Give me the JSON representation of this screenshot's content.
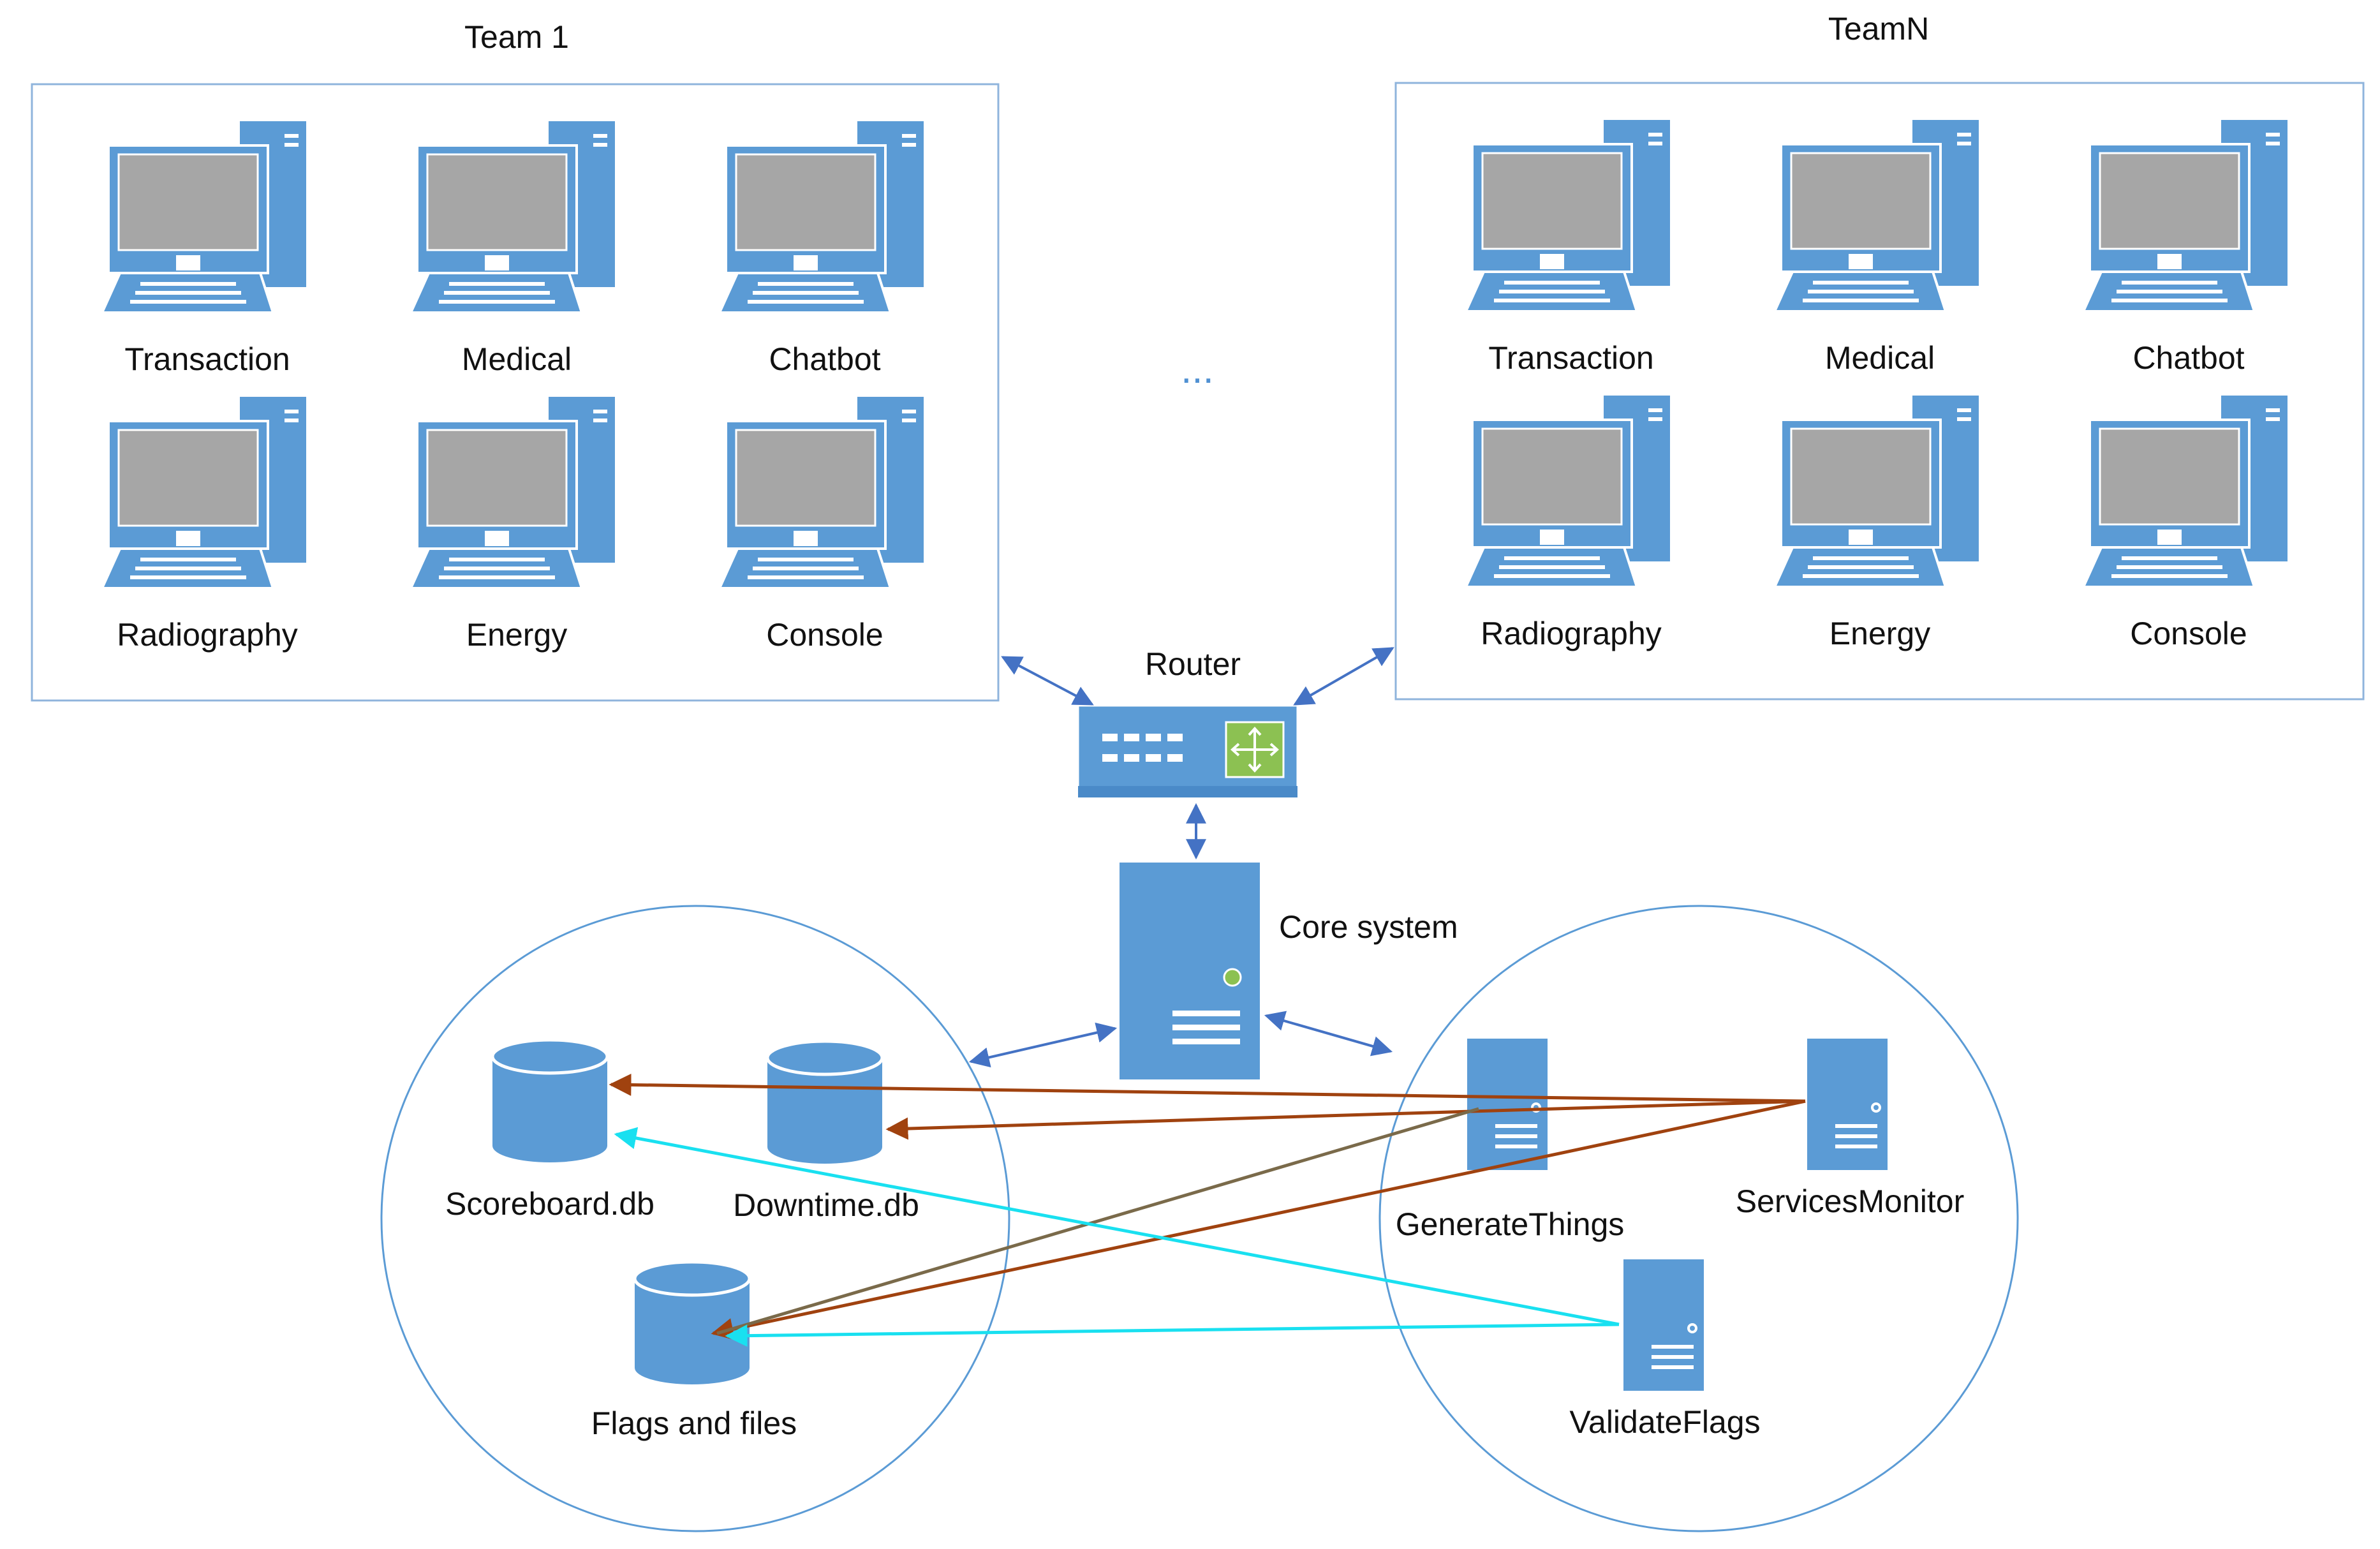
{
  "teams": [
    {
      "title": "Team 1",
      "services": [
        "Transaction",
        "Medical",
        "Chatbot",
        "Radiography",
        "Energy",
        "Console"
      ]
    },
    {
      "title": "TeamN",
      "services": [
        "Transaction",
        "Medical",
        "Chatbot",
        "Radiography",
        "Energy",
        "Console"
      ]
    }
  ],
  "ellipsis": "...",
  "router": {
    "label": "Router"
  },
  "core": {
    "label": "Core system"
  },
  "databases": {
    "scoreboard": "Scoreboard.db",
    "downtime": "Downtime.db",
    "flags": "Flags and files"
  },
  "servers": {
    "generate": "GenerateThings",
    "monitor": "ServicesMonitor",
    "validate": "ValidateFlags"
  },
  "colors": {
    "device_blue": "#5b9bd5",
    "box_border": "#8fb4dc",
    "screen_gray": "#a6a6a6",
    "router_green": "#8cc152",
    "arrow_dark_blue": "#4472c4",
    "arrow_brown": "#a0420f",
    "arrow_olive": "#7a6a4a",
    "arrow_cyan": "#19e0f0"
  }
}
